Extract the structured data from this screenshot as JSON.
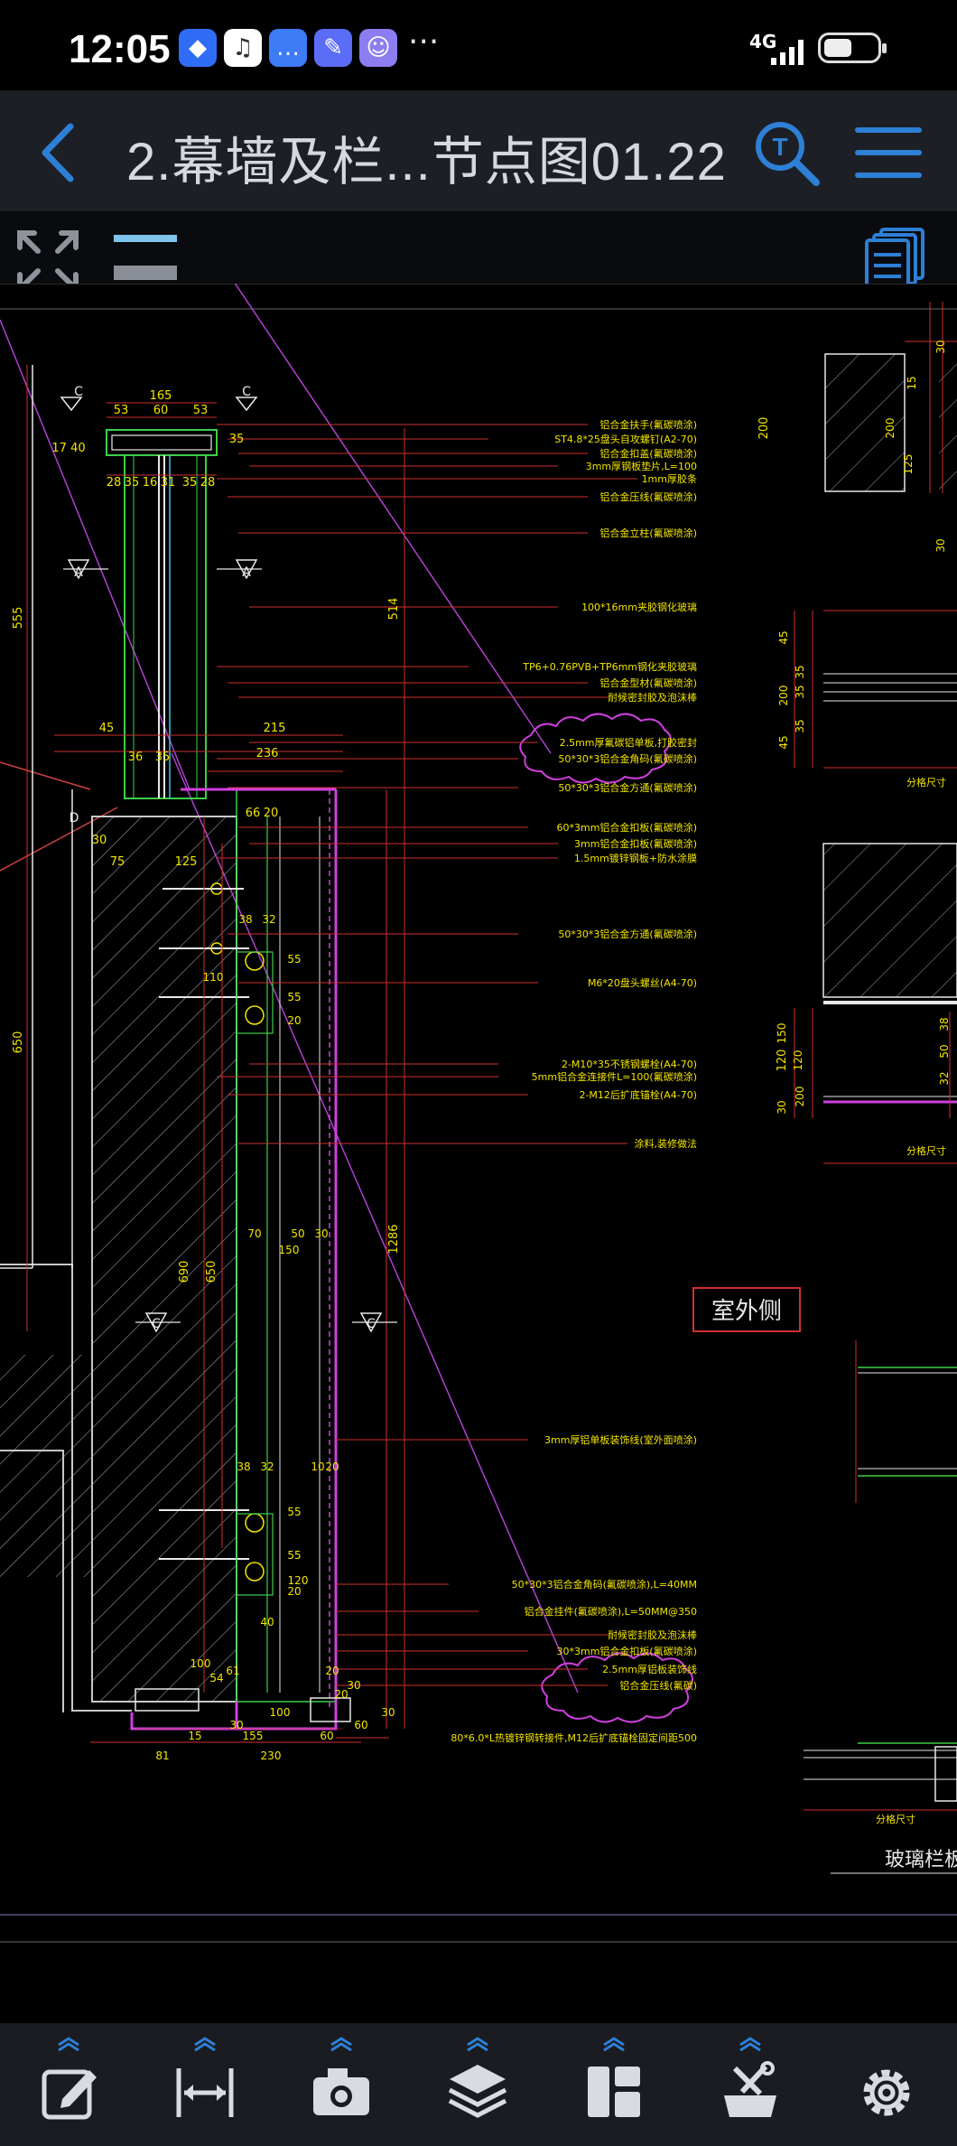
{
  "status_bar": {
    "time": "12:05",
    "more": "···",
    "network": "4G",
    "apps": [
      {
        "name": "shield-app-icon",
        "bg": "#2f6df6",
        "glyph": "◆"
      },
      {
        "name": "voice-app-icon",
        "bg": "#ffffff",
        "glyph": "♫"
      },
      {
        "name": "chat-app-icon",
        "bg": "#3d7cf5",
        "glyph": "…"
      },
      {
        "name": "pen-app-icon",
        "bg": "#5b6cf6",
        "glyph": "✎"
      },
      {
        "name": "face-app-icon",
        "bg": "#8c7df0",
        "glyph": "☺"
      }
    ]
  },
  "header": {
    "title": "2.幕墙及栏...节点图01.22",
    "title_color": "#d4d8df",
    "accent": "#2e7fd6"
  },
  "drawing": {
    "dims_top": [
      "165",
      "53",
      "60",
      "53",
      "35",
      "17 40"
    ],
    "dims_mid": [
      "28",
      "35",
      "16",
      "31",
      "35",
      "28"
    ],
    "dims_row": [
      "45",
      "36",
      "35",
      "215",
      "236",
      "30",
      "75",
      "125",
      "66",
      "20"
    ],
    "vert_dims": [
      "514",
      "1286",
      "555",
      "650",
      "690",
      "650",
      "200",
      "120"
    ],
    "section_marks": [
      "C",
      "C",
      "A",
      "A",
      "C",
      "C",
      "D"
    ],
    "callouts_upper": [
      "铝合金扶手(氟碳喷涂)",
      "ST4.8*25盘头自攻螺钉(A2-70)",
      "铝合金扣盖(氟碳喷涂)",
      "3mm厚钢板垫片,L=100",
      "1mm厚胶条",
      "铝合金压线(氟碳喷涂)",
      "铝合金立柱(氟碳喷涂)",
      "100*16mm夹胶钢化玻璃",
      "TP6+0.76PVB+TP6mm钢化夹胶玻璃",
      "铝合金型材(氟碳喷涂)",
      "耐候密封胶及泡沫棒",
      "2.5mm厚氟碳铝单板,打胶密封",
      "50*30*3铝合金角码(氟碳喷涂)",
      "50*30*3铝合金方通(氟碳喷涂)",
      "60*3mm铝合金扣板(氟碳喷涂)",
      "3mm铝合金扣板(氟碳喷涂)",
      "1.5mm镀锌钢板+防水涂膜",
      "50*30*3铝合金方通(氟碳喷涂)",
      "M6*20盘头螺丝(A4-70)",
      "2-M10*35不锈钢螺栓(A4-70)",
      "5mm铝合金连接件L=100(氟碳喷涂)",
      "2-M12后扩底锚栓(A4-70)",
      "涂料,装修做法"
    ],
    "callouts_lower": [
      "3mm厚铝单板装饰线(室外面喷涂)",
      "50*30*3铝合金角码(氟碳喷涂),L=40MM",
      "铝合金挂件(氟碳喷涂),L=50MM@350",
      "耐候密封胶及泡沫棒",
      "30*3mm铝合金扣板(氟碳喷涂)",
      "2.5mm厚铝板装饰线",
      "铝合金压线(氟碳)",
      "80*6.0*L热镀锌钢转接件,M12后扩底锚栓固定间距500"
    ],
    "exterior_label": "室外侧",
    "right_label": "玻璃栏板转角",
    "right_dims": [
      "30",
      "15",
      "200",
      "125",
      "30",
      "45",
      "35",
      "35",
      "200",
      "45",
      "35",
      "150",
      "120",
      "30",
      "200",
      "50",
      "32",
      "38"
    ],
    "right_small": [
      "分格尺寸",
      "分格尺寸",
      "分格尺寸"
    ],
    "bottom_dims": [
      "81",
      "15",
      "155",
      "230",
      "60",
      "100",
      "54",
      "100",
      "20",
      "30",
      "30"
    ],
    "mid_dims": [
      "38",
      "32",
      "110",
      "55",
      "55",
      "20",
      "70",
      "50",
      "150",
      "30",
      "38",
      "32",
      "10",
      "20",
      "55",
      "55",
      "20",
      "40",
      "61",
      "30",
      "20",
      "120",
      "60"
    ],
    "colors": {
      "yellow": "#f2e500",
      "red": "#e03a3a",
      "magenta": "#d040e0",
      "green": "#3ccf4a",
      "white": "#e8e8e8",
      "cyan": "#38c8e8",
      "grey": "#8a8a8a"
    }
  },
  "bottom_toolbar": {
    "tools": [
      "edit-tool-icon",
      "measure-tool-icon",
      "camera-tool-icon",
      "layers-tool-icon",
      "layout-tool-icon",
      "tools-icon",
      "settings-icon"
    ]
  }
}
